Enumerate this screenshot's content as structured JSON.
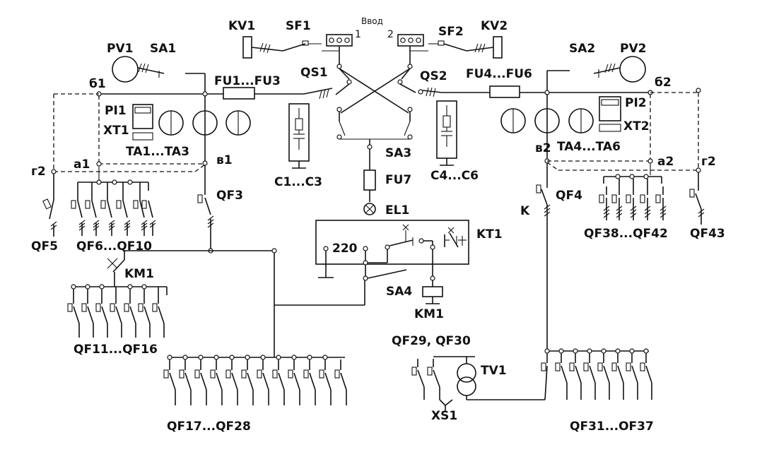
{
  "labels": {
    "vvod": "Ввод",
    "n1": "1",
    "n2": "2",
    "kv1": "KV1",
    "kv2": "KV2",
    "sf1": "SF1",
    "sf2": "SF2",
    "pv1": "PV1",
    "pv2": "PV2",
    "sa1": "SA1",
    "sa2": "SA2",
    "qs1": "QS1",
    "qs2": "QS2",
    "fu1fu3": "FU1...FU3",
    "fu4fu6": "FU4...FU6",
    "b1": "б1",
    "b2": "б2",
    "pi1": "PI1",
    "pi2": "PI2",
    "xt1": "XT1",
    "xt2": "XT2",
    "ta1ta3": "TA1...TA3",
    "ta4ta6": "TA4...TA6",
    "v1": "в1",
    "v2": "в2",
    "a1": "а1",
    "a2": "а2",
    "g2l": "г2",
    "g2r": "г2",
    "c1c3": "C1...C3",
    "c4c6": "C4...C6",
    "sa3": "SA3",
    "fu7": "FU7",
    "el1": "EL1",
    "qf3": "QF3",
    "qf4": "QF4",
    "k": "K",
    "qf5": "QF5",
    "qf6qf10": "QF6...QF10",
    "qf38qf42": "QF38...QF42",
    "qf43": "QF43",
    "km1": "KM1",
    "km1b": "KM1",
    "v220": "220",
    "kt1": "KT1",
    "sa4": "SA4",
    "qf11qf16": "QF11...QF16",
    "qf29qf30": "QF29, QF30",
    "tv1": "TV1",
    "xs1": "XS1",
    "qf17qf28": "QF17...QF28",
    "qf31qf37": "QF31...OF37"
  }
}
